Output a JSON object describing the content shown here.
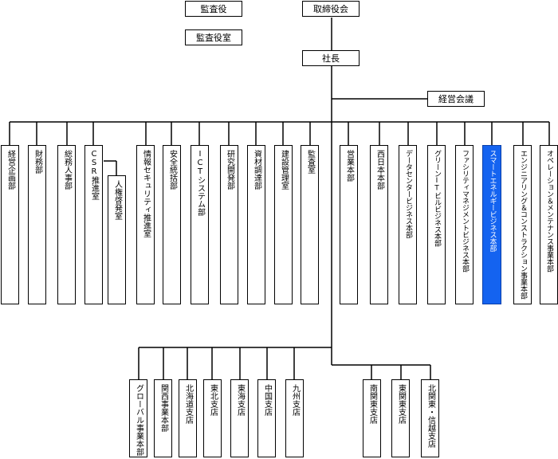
{
  "top": {
    "auditor": "監査役",
    "board": "取締役会",
    "audit_office": "監査役室",
    "president": "社長",
    "management_council": "経営会議"
  },
  "departments": [
    "経営企画部",
    "財務部",
    "総務人事部",
    "CSR推進室",
    "人権啓発室",
    "情報セキュリティ推進室",
    "安全統括部",
    "ICTシステム部",
    "研究開発部",
    "資材調達部",
    "建設管理室",
    "監査室",
    "営業本部",
    "西日本本部",
    "データセンタービジネス本部",
    "グリーンITビルビジネス本部",
    "ファシリティマネジメントビジネス本部",
    "スマートエネルギービジネス本部",
    "エンジニアリング＆コンストラクション事業本部",
    "オペレーション＆メンテナンス事業本部"
  ],
  "branches": [
    "グローバル事業本部",
    "関西事業本部",
    "北海道支店",
    "東北支店",
    "東海支店",
    "中国支店",
    "九州支店",
    "南関東支店",
    "東関東支店",
    "北関東・信越支店"
  ],
  "colors": {
    "highlight": "#1463f0",
    "line": "#000000"
  }
}
